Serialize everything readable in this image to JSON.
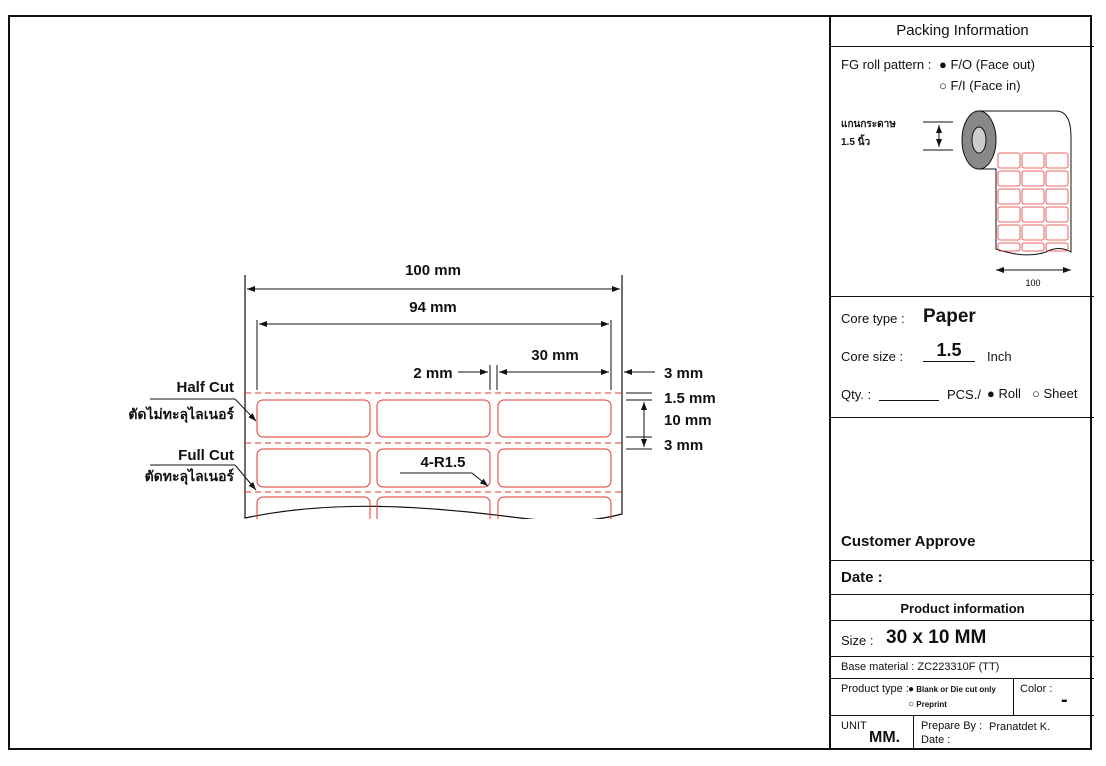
{
  "drawing": {
    "width_total": "100 mm",
    "width_inner": "94 mm",
    "gap": "2 mm",
    "label_width": "30 mm",
    "side_margin": "3 mm",
    "top_gap": "1.5 mm",
    "label_height": "10 mm",
    "row_gap": "3 mm",
    "half_cut": "Half Cut",
    "half_cut_th": "ตัดไม่ทะลุไลเนอร์",
    "full_cut": "Full Cut",
    "full_cut_th": "ตัดทะลุไลเนอร์",
    "radius": "4-R1.5",
    "label_color": "#e53935"
  },
  "panel": {
    "title": "Packing Information",
    "roll_pattern_label": "FG roll pattern :",
    "face_out": "F/O (Face out)",
    "face_in": "F/I (Face in)",
    "face_out_selected": true,
    "core_note_th": "แกนกระดาษ",
    "core_note_size": "1.5 นิ้ว",
    "roll_width": "100",
    "core_type_label": "Core type :",
    "core_type": "Paper",
    "core_size_label": "Core size :",
    "core_size": "1.5",
    "core_unit": "Inch",
    "qty_label": "Qty. :",
    "pcs": "PCS./",
    "roll": "Roll",
    "sheet": "Sheet",
    "customer_approve": "Customer Approve",
    "date_label": "Date :",
    "product_info": "Product information",
    "size_label": "Size :",
    "size": "30 x 10 MM",
    "base_material": "Base material : ZC223310F (TT)",
    "product_type_label": "Product type :",
    "blank": "Blank or Die cut only",
    "preprint": "Preprint",
    "color_label": "Color :",
    "color": "-",
    "unit_label": "UNIT",
    "unit": "MM.",
    "prepare_label": "Prepare By :",
    "prepare_by": "Pranatdet K.",
    "date2_label": "Date :"
  }
}
